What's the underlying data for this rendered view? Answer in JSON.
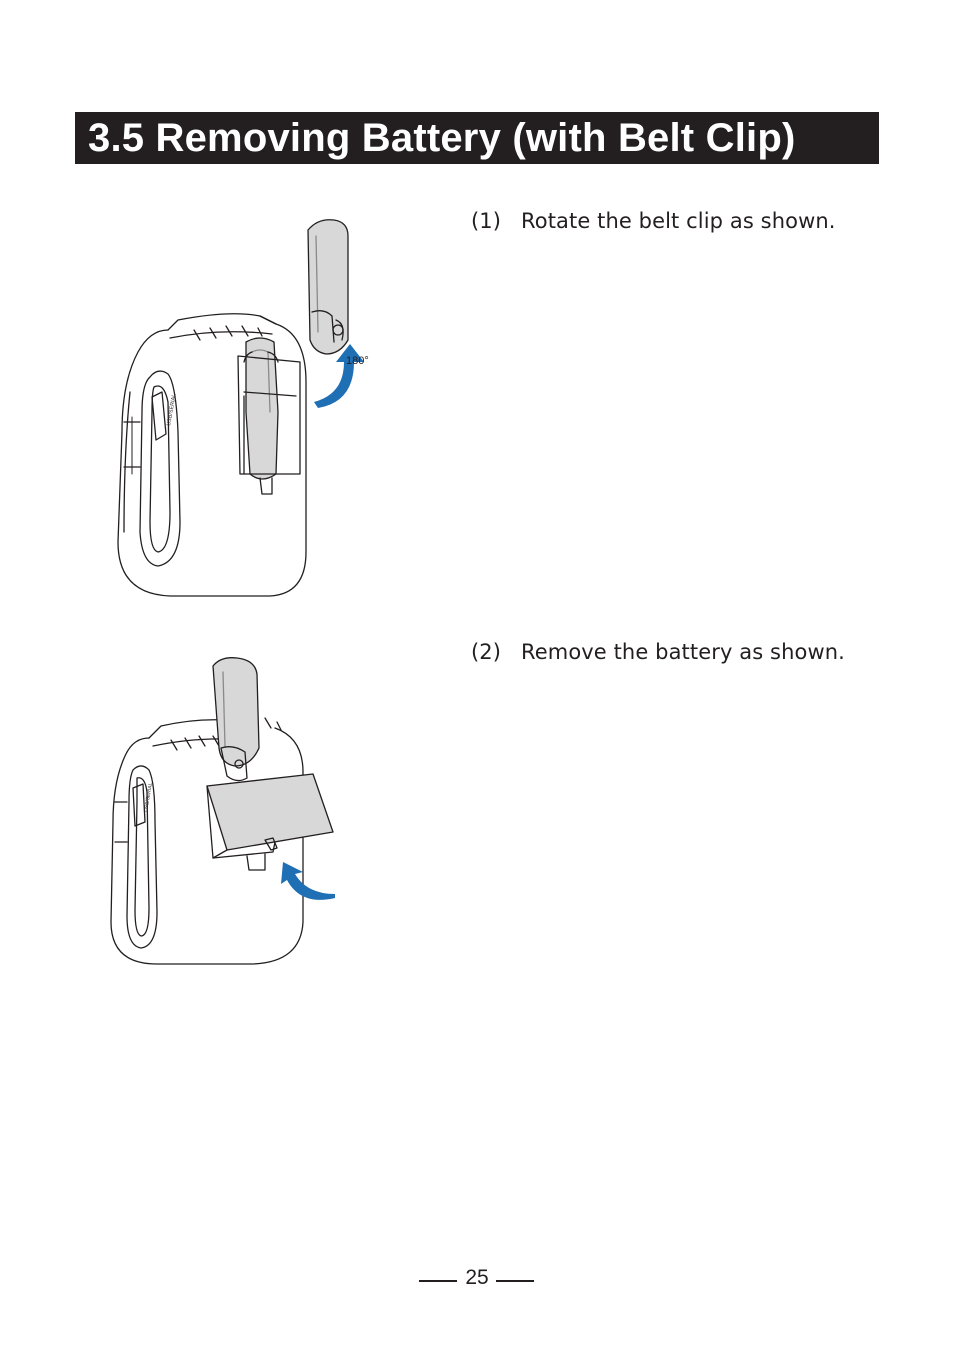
{
  "section": {
    "title": "3.5  Removing Battery (with Belt Clip)"
  },
  "steps": [
    {
      "number": "(1)",
      "text": "Rotate the belt clip as shown."
    },
    {
      "number": "(2)",
      "text": "Remove the battery as shown."
    }
  ],
  "figures": {
    "fig1": {
      "rotation_label": "180°",
      "port_label": "USB/SERIAL"
    },
    "fig2": {
      "port_label": "USB/SERIAL"
    }
  },
  "colors": {
    "title_bg": "#231f20",
    "arrow_blue": "#1f6fb5"
  },
  "page": {
    "number": "25"
  }
}
